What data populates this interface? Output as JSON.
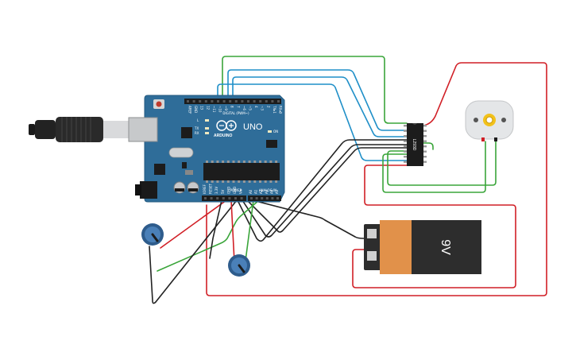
{
  "arduino": {
    "model": "UNO",
    "brand": "ARDUINO",
    "digital_header": "DIGITAL (PWM~)",
    "power_header": "POWER",
    "analog_header": "ANALOG IN",
    "tx_label": "TX",
    "rx_label": "RX",
    "l_label": "L",
    "on_label": "ON",
    "icsp_label": "ICSP",
    "digital_pins": [
      "AREF",
      "GND",
      "13",
      "12",
      "~11",
      "~10",
      "~9",
      "8",
      "7",
      "~6",
      "~5",
      "4",
      "~3",
      "2",
      "TX▸1",
      "RX◂0"
    ],
    "power_pins": [
      "IOREF",
      "RESET",
      "3.3V",
      "5V",
      "GND",
      "GND",
      "Vin"
    ],
    "analog_pins": [
      "A0",
      "A1",
      "A2",
      "A3",
      "A4",
      "A5"
    ]
  },
  "ic": {
    "label": "L293D"
  },
  "battery": {
    "label": "9V"
  },
  "colors": {
    "board": "#2f6d99",
    "board_edge": "#245a80",
    "wire_red": "#d11f26",
    "wire_green": "#3aa53a",
    "wire_blue": "#1f8fc8",
    "wire_black": "#222222",
    "battery_body": "#2d2d2d",
    "battery_label": "#e1914a",
    "pot_blue": "#2e5c8c",
    "motor": "#e4e6e8",
    "chip": "#1c1c1c"
  },
  "icons": {
    "usb": "usb-cable-icon",
    "motor": "dc-motor-icon",
    "potentiometer": "potentiometer-icon"
  }
}
